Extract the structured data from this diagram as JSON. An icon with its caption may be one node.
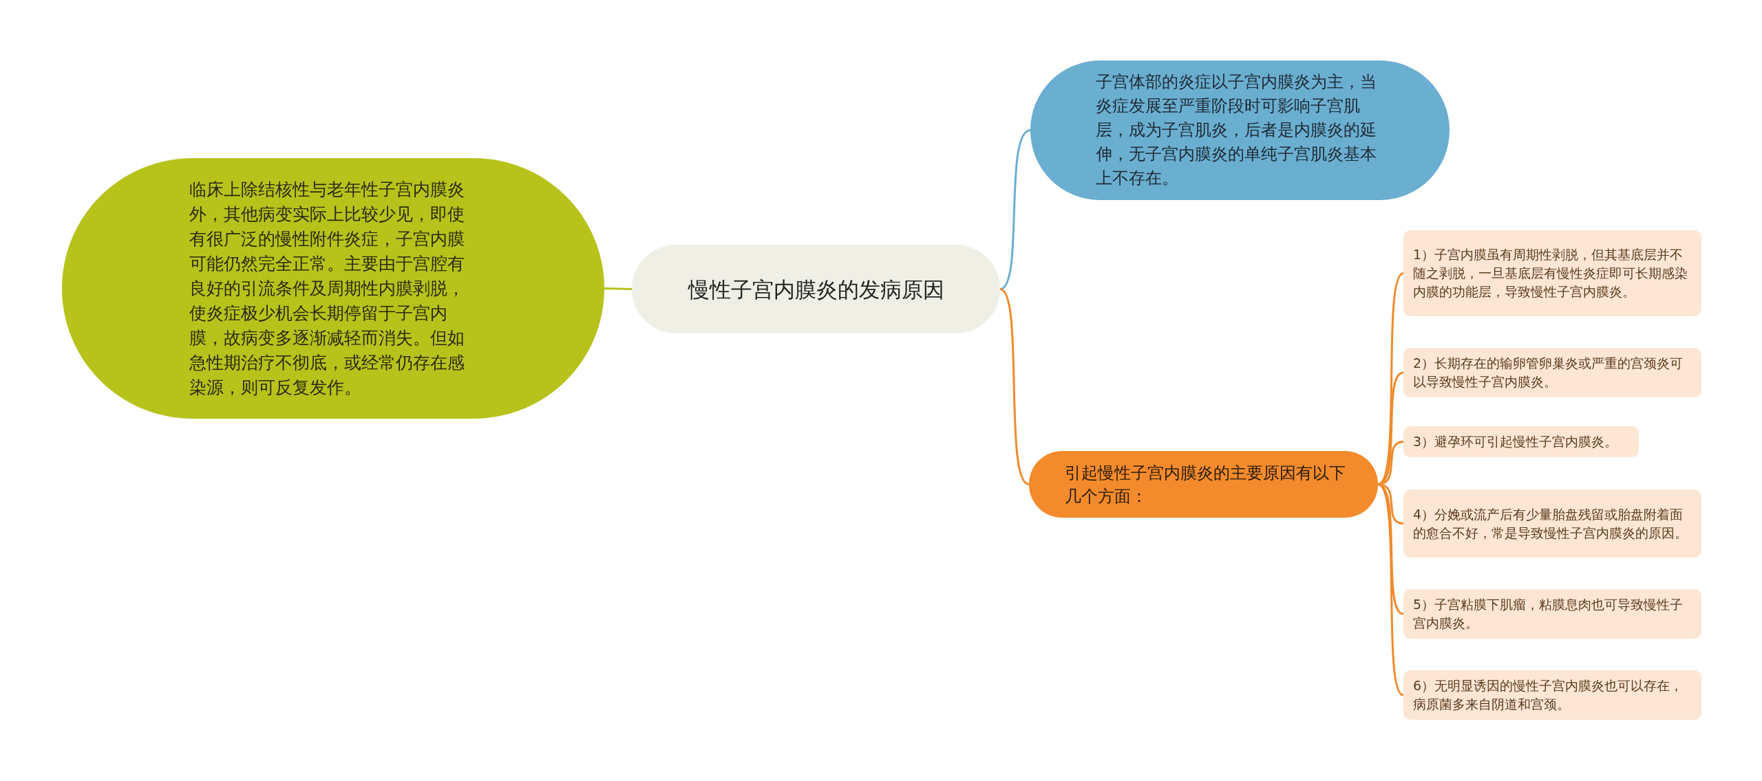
{
  "diagram": {
    "nodes": [
      {
        "text": [
          "慢性子宫内膜炎的发病原因"
        ]
      },
      {
        "text": [
          "临床上除结核性与老年性子宫内膜炎外，其他病变实际上比较少见，即使有很广泛的慢性附件炎症，子宫内膜可能仍然完全正常。主要由于宫腔有良好的引流条件及周期性内膜剥脱，使炎症极少机会长期停留于子宫内膜，故病变多逐渐减轻而消失。但如急性期治疗不彻底，或经常仍存在感染源，则可反复发作。"
        ]
      },
      {
        "text": [
          "子宫体部的炎症以子宫内膜炎为主，当炎症发展至严重阶段时可影响子宫肌层，成为子宫肌炎，后者是内膜炎的延伸，无子宫内膜炎的单纯子宫肌炎基本上不存在。"
        ]
      },
      {
        "text": [
          "引起慢性子宫内膜炎的主要原因有以下几个方面："
        ]
      },
      {
        "text": [
          "1）子宫内膜虽有周期性剥脱，但其基底层并不随之剥脱，一旦基底层有慢性炎症即可长期感染内膜的功能层，导致慢性子宫内膜炎。"
        ]
      },
      {
        "text": [
          "2）长期存在的输卵管卵巢炎或严重的宫颈炎可以导致慢性子宫内膜炎。"
        ]
      },
      {
        "text": [
          "3）避孕环可引起慢性子宫内膜炎。"
        ]
      },
      {
        "text": [
          "4）分娩或流产后有少量胎盘残留或胎盘附着面的愈合不好，常是导致慢性子宫内膜炎的原因。"
        ]
      },
      {
        "text": [
          "5）子宫粘膜下肌瘤，粘膜息肉也可导致慢性子宫内膜炎。"
        ]
      },
      {
        "text": [
          "6）无明显诱因的慢性子宫内膜炎也可以存在，病原菌多来自阴道和宫颈。"
        ]
      }
    ],
    "edges": [
      {
        "from": 0,
        "to": 1,
        "arrow": "none",
        "color": "#b7c21b"
      },
      {
        "from": 0,
        "to": 2,
        "arrow": "none",
        "color": "#6aaed0"
      },
      {
        "from": 0,
        "to": 3,
        "arrow": "none"
      },
      {
        "from": 3,
        "to": 4,
        "arrow": "none"
      },
      {
        "from": 3,
        "to": 5,
        "arrow": "none"
      },
      {
        "from": 3,
        "to": 6,
        "arrow": "none"
      },
      {
        "from": 3,
        "to": 7,
        "arrow": "none"
      },
      {
        "from": 3,
        "to": 8,
        "arrow": "none"
      },
      {
        "from": 3,
        "to": 9,
        "arrow": "none"
      }
    ]
  }
}
